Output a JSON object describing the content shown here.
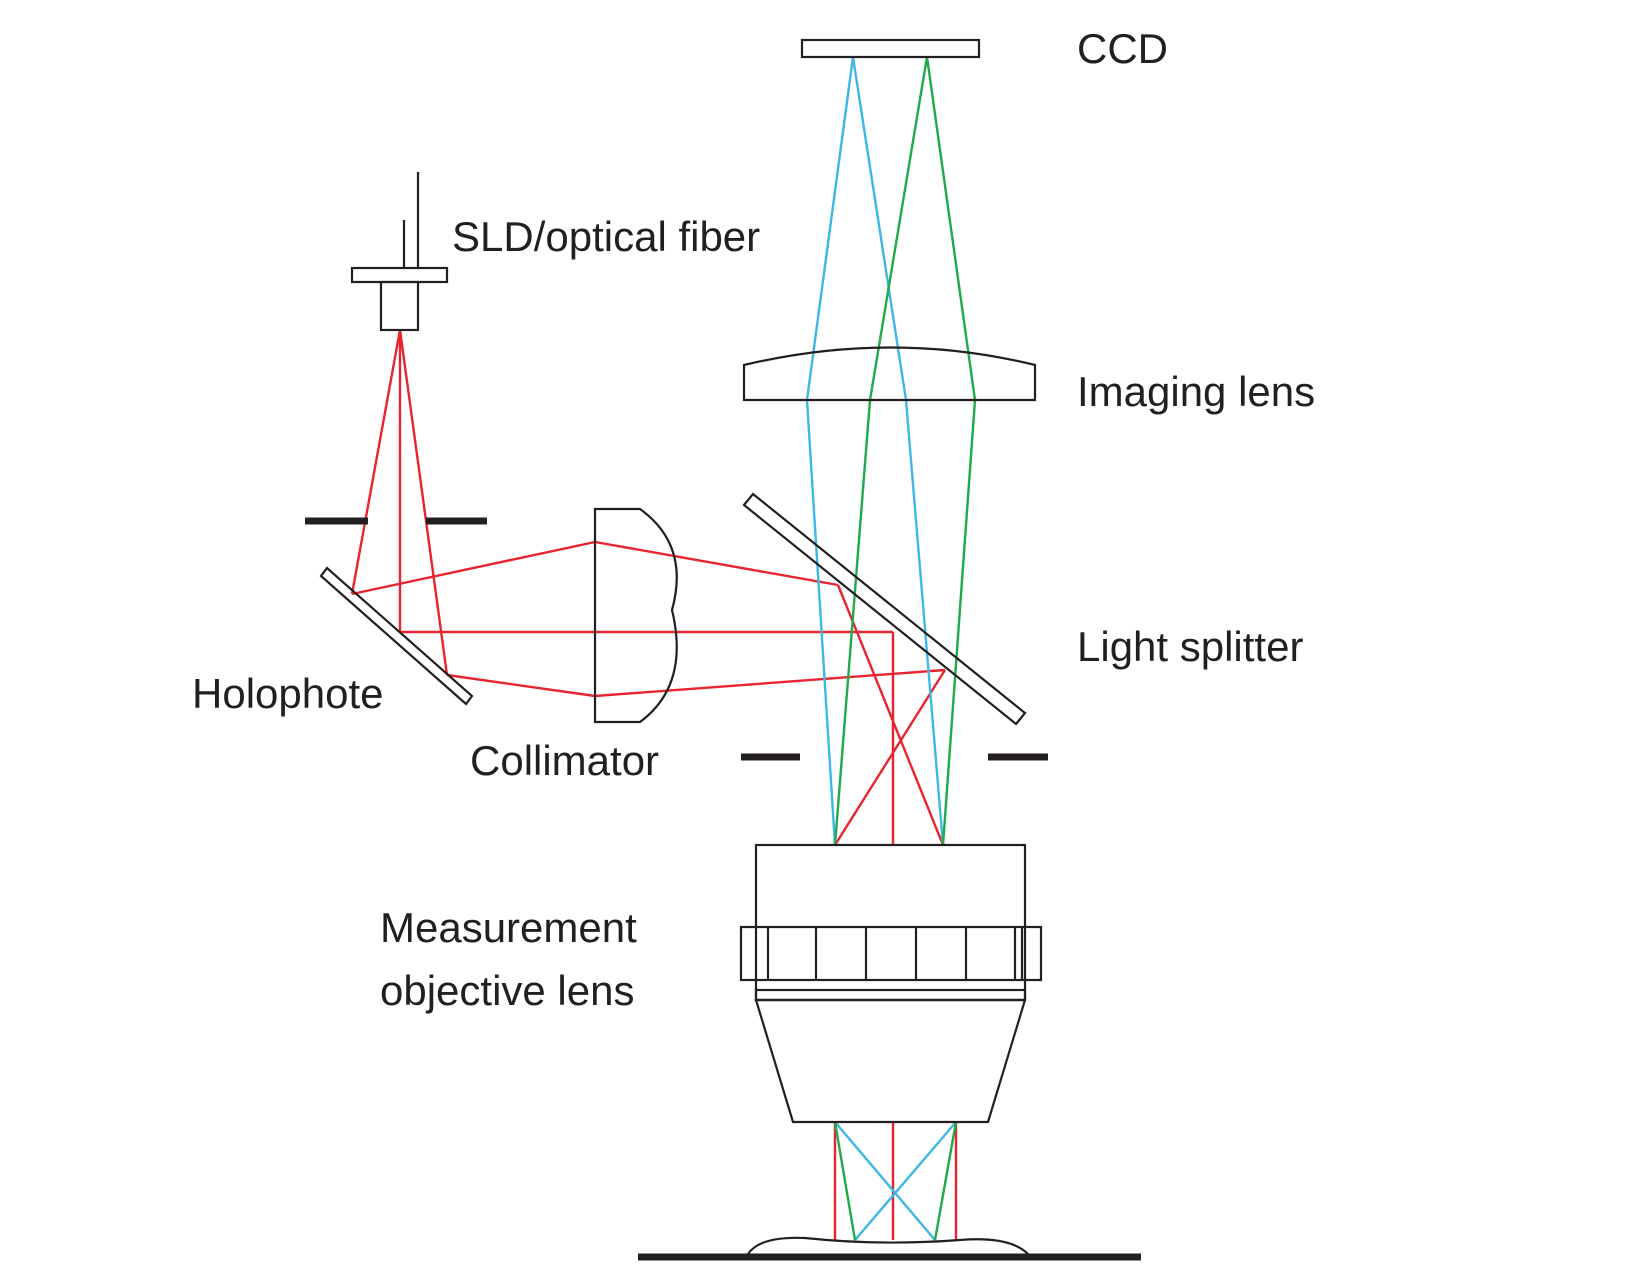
{
  "labels": {
    "ccd": "CCD",
    "sld": "SLD/optical fiber",
    "imaging_lens": "Imaging lens",
    "light_splitter": "Light splitter",
    "holophote": "Holophote",
    "collimator": "Collimator",
    "objective_line1": "Measurement",
    "objective_line2": "objective lens"
  },
  "colors": {
    "outline": "#231f20",
    "illumination_ray": "#e8242f",
    "imaging_ray_blue": "#3fb7e6",
    "imaging_ray_green": "#1fab4a"
  }
}
